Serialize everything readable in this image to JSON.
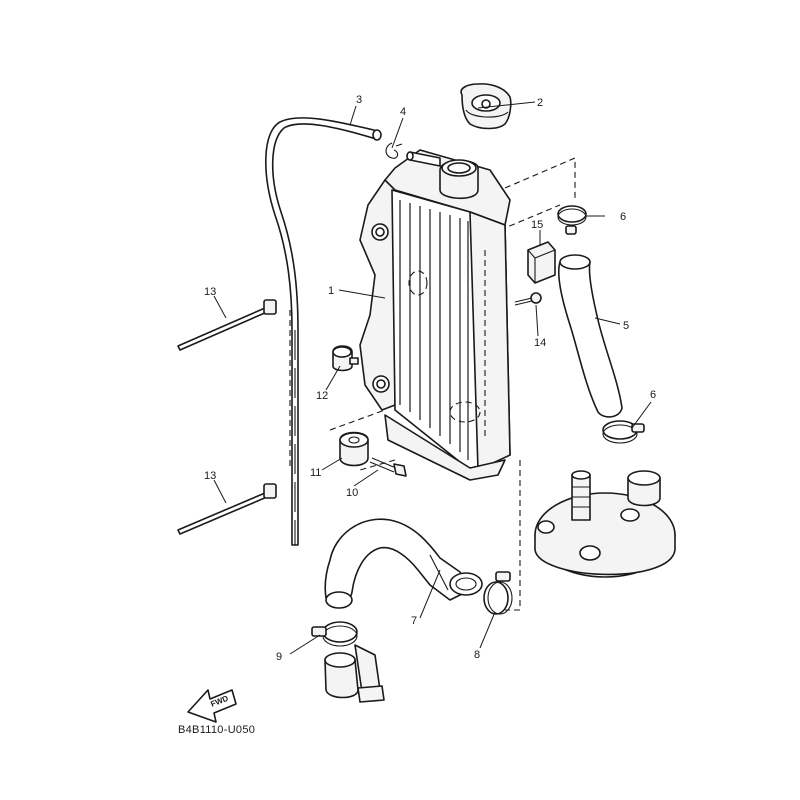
{
  "diagram": {
    "part_labels": {
      "p1": "1",
      "p2": "2",
      "p3": "3",
      "p4": "4",
      "p5": "5",
      "p6a": "6",
      "p6b": "6",
      "p7": "7",
      "p8": "8",
      "p9": "9",
      "p10": "10",
      "p11": "11",
      "p12": "12",
      "p13a": "13",
      "p13b": "13",
      "p14": "14",
      "p15": "15"
    },
    "drawing_code": "B4B1110-U050",
    "forward_label": "FWD"
  }
}
